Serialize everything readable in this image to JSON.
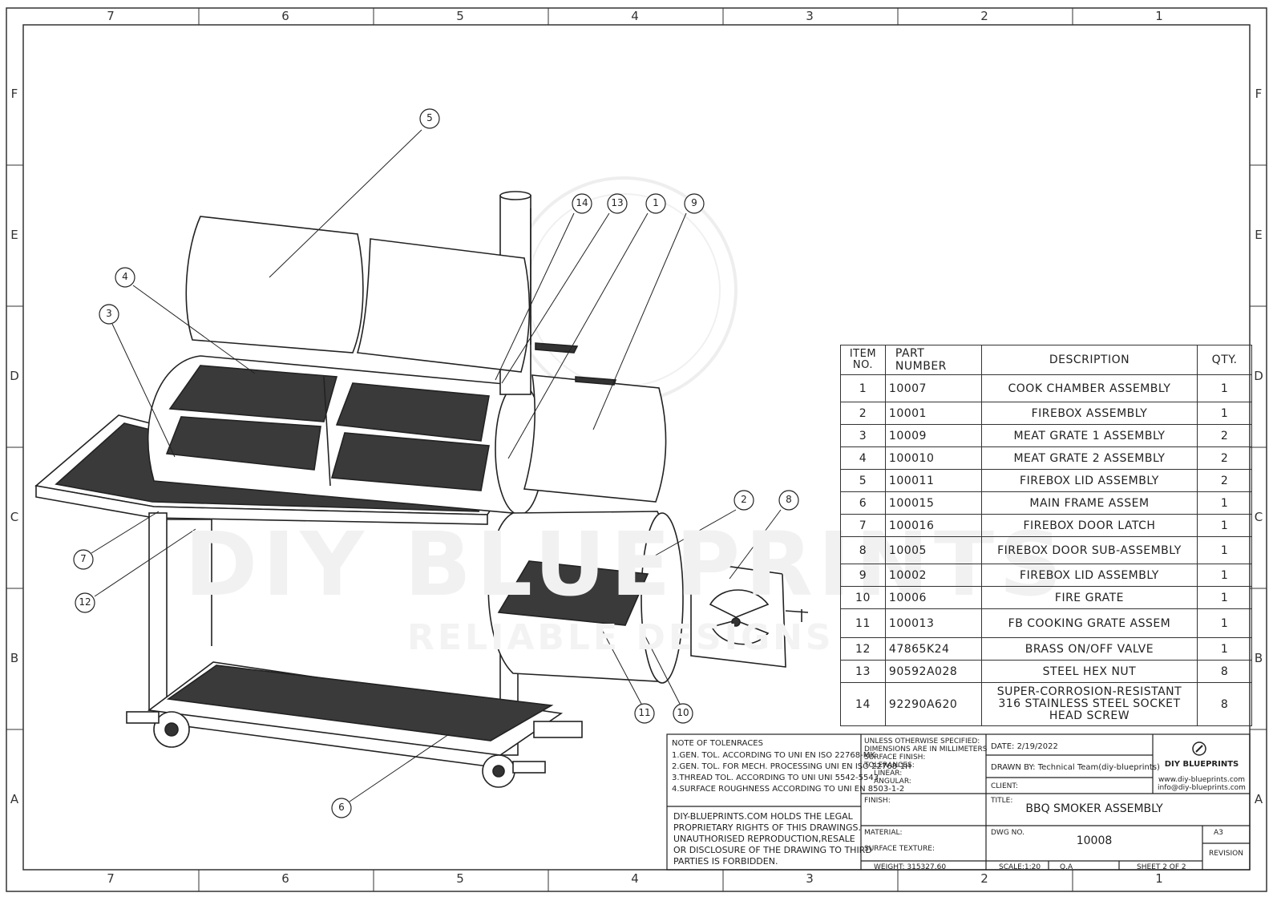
{
  "border": {
    "columns": [
      "7",
      "6",
      "5",
      "4",
      "3",
      "2",
      "1"
    ],
    "rows": [
      "F",
      "E",
      "D",
      "C",
      "B",
      "A"
    ]
  },
  "watermark": {
    "line1": "DIY BLUEPRINTS",
    "line2": "RELIABLE DESIGNS"
  },
  "balloons": [
    "5",
    "14",
    "13",
    "1",
    "9",
    "4",
    "3",
    "2",
    "8",
    "7",
    "12",
    "11",
    "10",
    "6"
  ],
  "bom": {
    "headers": {
      "item": "ITEM NO.",
      "part": "PART NUMBER",
      "desc": "DESCRIPTION",
      "qty": "QTY."
    },
    "rows": [
      {
        "item": "1",
        "part": "10007",
        "desc": "COOK CHAMBER ASSEMBLY",
        "qty": "1"
      },
      {
        "item": "2",
        "part": "10001",
        "desc": "FIREBOX ASSEMBLY",
        "qty": "1"
      },
      {
        "item": "3",
        "part": "10009",
        "desc": "MEAT GRATE 1 ASSEMBLY",
        "qty": "2"
      },
      {
        "item": "4",
        "part": "100010",
        "desc": "MEAT GRATE 2 ASSEMBLY",
        "qty": "2"
      },
      {
        "item": "5",
        "part": "100011",
        "desc": "FIREBOX LID ASSEMBLY",
        "qty": "2"
      },
      {
        "item": "6",
        "part": "100015",
        "desc": "MAIN FRAME ASSEM",
        "qty": "1"
      },
      {
        "item": "7",
        "part": "100016",
        "desc": "FIREBOX DOOR LATCH",
        "qty": "1"
      },
      {
        "item": "8",
        "part": "10005",
        "desc": "FIREBOX DOOR SUB-ASSEMBLY",
        "qty": "1"
      },
      {
        "item": "9",
        "part": "10002",
        "desc": "FIREBOX LID ASSEMBLY",
        "qty": "1"
      },
      {
        "item": "10",
        "part": "10006",
        "desc": "FIRE GRATE",
        "qty": "1"
      },
      {
        "item": "11",
        "part": "100013",
        "desc": "FB COOKING GRATE ASSEM",
        "qty": "1"
      },
      {
        "item": "12",
        "part": "47865K24",
        "desc": "BRASS ON/OFF VALVE",
        "qty": "1"
      },
      {
        "item": "13",
        "part": "90592A028",
        "desc": "STEEL HEX NUT",
        "qty": "8"
      },
      {
        "item": "14",
        "part": "92290A620",
        "desc": "SUPER-CORROSION-RESISTANT 316 STAINLESS STEEL SOCKET HEAD SCREW",
        "qty": "8"
      }
    ]
  },
  "title_block": {
    "notes_title": "NOTE OF TOLENRACES",
    "notes": [
      "1.GEN. TOL. ACCORDING TO UNI EN ISO 22768-MK",
      "2.GEN. TOL. FOR MECH. PROCESSING UNI EN ISO 22768-1H",
      "3.THREAD TOL. ACCORDING TO UNI UNI 5542-5543",
      "4.SURFACE ROUGHNESS ACCORDING TO UNI EN 8503-1-2"
    ],
    "legal": [
      "DIY-BLUEPRINTS.COM HOLDS THE LEGAL",
      "PROPRIETARY RIGHTS OF THIS DRAWINGS.",
      "UNAUTHORISED REPRODUCTION,RESALE",
      "OR DISCLOSURE OF THE DRAWING TO THIRD",
      "PARTIES IS FORBIDDEN."
    ],
    "spec": [
      "UNLESS OTHERWISE SPECIFIED:",
      "DIMENSIONS ARE IN MILLIMETERS",
      "SURFACE FINISH:",
      "TOLERANCES:",
      "LINEAR:",
      "ANGULAR:"
    ],
    "finish": "FINISH:",
    "material": "MATERIAL:",
    "surface_texture": "SURFACE TEXTURE:",
    "weight": "WEIGHT: 315327.60",
    "date": "DATE: 2/19/2022",
    "drawn_by": "DRAWN BY: Technical Team(diy-blueprints)",
    "client": "CLIENT:",
    "title_label": "TITLE:",
    "title": "BBQ SMOKER ASSEMBLY",
    "dwg_label": "DWG NO.",
    "dwg_no": "10008",
    "size": "A3",
    "revision": "REVISION",
    "scale": "SCALE:1:20",
    "qa": "Q.A",
    "sheet": "SHEET 2 OF 2",
    "logo_name": "DIY BLUEPRINTS",
    "website": "www.diy-blueprints.com",
    "email": "info@diy-blueprints.com"
  }
}
